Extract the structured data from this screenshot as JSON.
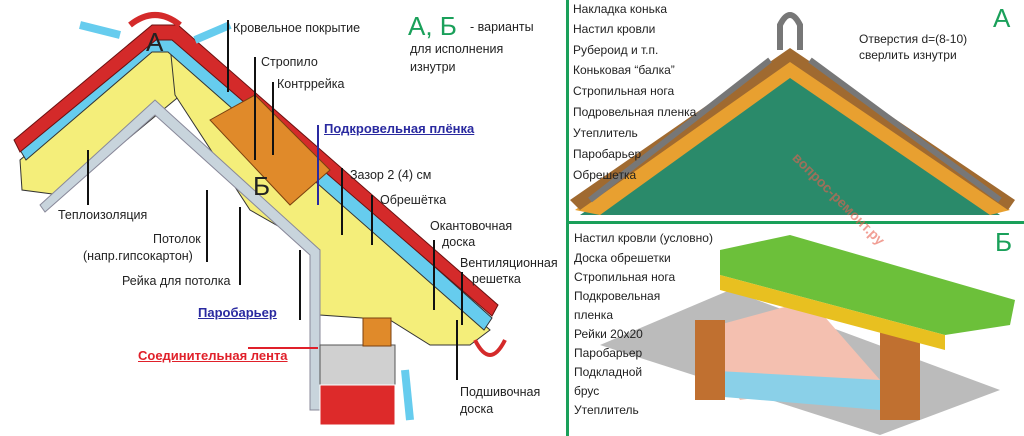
{
  "main_diagram": {
    "variant_letters": "А, Б",
    "variant_note_1": "- варианты",
    "variant_note_2": "для исполнения",
    "variant_note_3": "изнутри",
    "marker_a": "А",
    "marker_b": "Б",
    "labels": {
      "roofing": "Кровельное покрытие",
      "rafter": "Стропило",
      "counter_batten": "Контррейка",
      "underlay_film": "Подкровельная плёнка",
      "gap": "Зазор 2 (4) см",
      "lathing": "Обрешётка",
      "insulation": "Теплоизоляция",
      "edge_board_1": "Окантовочная",
      "edge_board_2": "доска",
      "ceiling_1": "Потолок",
      "ceiling_2": "(напр.гипсокартон)",
      "vent_grille_1": "Вентиляционная",
      "vent_grille_2": "решетка",
      "ceiling_batten": "Рейка для потолка",
      "vapor_barrier": "Паробарьер",
      "connecting_tape": "Соединительная лента",
      "soffit_board_1": "Подшивочная",
      "soffit_board_2": "доска"
    }
  },
  "panel_a": {
    "letter": "А",
    "labels": [
      "Накладка конька",
      "Настил кровли",
      "Рубероид и т.п.",
      "Коньковая “балка”",
      "Стропильная нога",
      "Подровельная пленка",
      "Утеплитель",
      "Паробарьер",
      "Обрешетка"
    ],
    "holes_1": "Отверстия d=(8-10)",
    "holes_2": "сверлить изнутри"
  },
  "panel_b": {
    "letter": "Б",
    "labels": [
      "Настил кровли (условно)",
      "Доска обрешетки",
      "Стропильная нога",
      "Подкровельная",
      "пленка",
      "Рейки 20x20",
      "Паробарьер",
      "Подкладной",
      "брус",
      "Утеплитель"
    ]
  },
  "watermark": "вопрос-ремонт.ру",
  "colors": {
    "frame": "#1aa05a",
    "roof": "#d42a2a",
    "air": "#66ccee",
    "insulation": "#f4ee7a",
    "wood": "#e08a2a"
  }
}
